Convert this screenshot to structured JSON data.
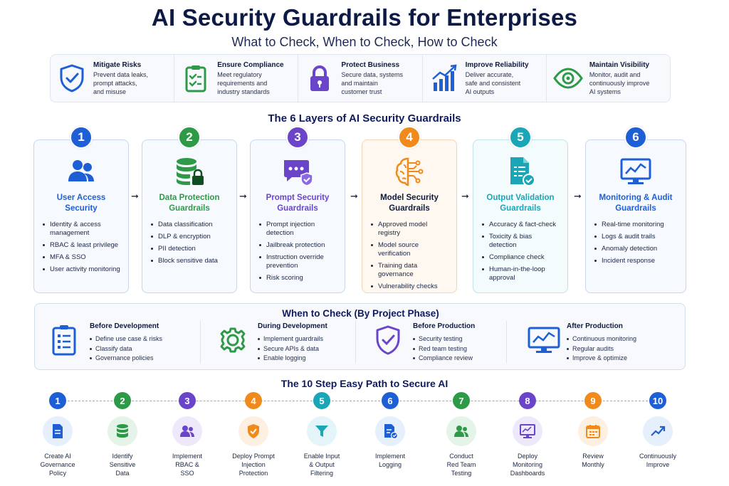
{
  "header": {
    "title": "AI Security Guardrails for Enterprises",
    "subtitle": "What to Check, When to Check, How to Check"
  },
  "benefits": [
    {
      "icon": "shield-check-icon",
      "title": "Mitigate Risks",
      "text": [
        "Prevent data leaks,",
        "prompt attacks,",
        "and misuse"
      ]
    },
    {
      "icon": "clipboard-check-icon",
      "title": "Ensure Compliance",
      "text": [
        "Meet regulatory",
        "requirements and",
        "industry standards"
      ]
    },
    {
      "icon": "padlock-icon",
      "title": "Protect Business",
      "text": [
        "Secure data, systems",
        "and maintain",
        "customer trust"
      ]
    },
    {
      "icon": "growth-chart-icon",
      "title": "Improve Reliability",
      "text": [
        "Deliver accurate,",
        "safe and consistent",
        "AI outputs"
      ]
    },
    {
      "icon": "eye-icon",
      "title": "Maintain Visibility",
      "text": [
        "Monitor, audit and",
        "continuously improve",
        "AI systems"
      ]
    }
  ],
  "layers_title": "The 6 Layers of AI Security Guardrails",
  "layers": [
    {
      "num": "1",
      "color": "#1f5fd6",
      "icon": "users-icon",
      "title": [
        "User Access",
        "Security"
      ],
      "items": [
        [
          "Identity & access",
          "management"
        ],
        [
          "RBAC & least privilege"
        ],
        [
          "MFA & SSO"
        ],
        [
          "User activity monitoring"
        ]
      ]
    },
    {
      "num": "2",
      "color": "#2e9a47",
      "icon": "database-lock-icon",
      "title": [
        "Data Protection",
        "Guardrails"
      ],
      "items": [
        [
          "Data classification"
        ],
        [
          "DLP & encryption"
        ],
        [
          "PII detection"
        ],
        [
          "Block sensitive data"
        ]
      ]
    },
    {
      "num": "3",
      "color": "#6a45c9",
      "icon": "chat-shield-icon",
      "title": [
        "Prompt Security",
        "Guardrails"
      ],
      "items": [
        [
          "Prompt injection",
          "detection"
        ],
        [
          "Jailbreak protection"
        ],
        [
          "Instruction override",
          "prevention"
        ],
        [
          "Risk scoring"
        ]
      ]
    },
    {
      "num": "4",
      "color": "#f08a1c",
      "icon": "brain-circuit-icon",
      "title": [
        "Model Security",
        "Guardrails"
      ],
      "items": [
        [
          "Approved model",
          "registry"
        ],
        [
          "Model source",
          "verification"
        ],
        [
          "Training data",
          "governance"
        ],
        [
          "Vulnerability checks"
        ]
      ]
    },
    {
      "num": "5",
      "color": "#1aa6b7",
      "icon": "document-check-icon",
      "title": [
        "Output Validation",
        "Guardrails"
      ],
      "items": [
        [
          "Accuracy & fact-check"
        ],
        [
          "Toxicity & bias",
          "detection"
        ],
        [
          "Compliance check"
        ],
        [
          "Human-in-the-loop",
          "approval"
        ]
      ]
    },
    {
      "num": "6",
      "color": "#1f5fd6",
      "icon": "monitor-chart-icon",
      "title": [
        "Monitoring & Audit",
        "Guardrails"
      ],
      "items": [
        [
          "Real-time monitoring"
        ],
        [
          "Logs & audit trails"
        ],
        [
          "Anomaly detection"
        ],
        [
          "Incident response"
        ]
      ]
    }
  ],
  "phases_title": "When to Check (By Project Phase)",
  "phases": [
    {
      "icon": "checklist-icon",
      "title": "Before Development",
      "items": [
        "Define use case & risks",
        "Classify data",
        "Governance policies"
      ]
    },
    {
      "icon": "gear-icon",
      "title": "During Development",
      "items": [
        "Implement guardrails",
        "Secure APIs & data",
        "Enable logging"
      ]
    },
    {
      "icon": "shield-check-icon",
      "title": "Before Production",
      "items": [
        "Security testing",
        "Red team testing",
        "Compliance review"
      ]
    },
    {
      "icon": "monitor-chart-icon",
      "title": "After Production",
      "items": [
        "Continuous monitoring",
        "Regular audits",
        "Improve & optimize"
      ]
    }
  ],
  "steps_title": "The 10 Step Easy Path to Secure AI",
  "steps": [
    {
      "num": "1",
      "color": "#1f5fd6",
      "bg": "#e6effc",
      "icon": "document-icon",
      "label": [
        "Create AI",
        "Governance",
        "Policy"
      ]
    },
    {
      "num": "2",
      "color": "#2e9a47",
      "bg": "#e5f4e9",
      "icon": "database-icon",
      "label": [
        "Identify",
        "Sensitive",
        "Data"
      ]
    },
    {
      "num": "3",
      "color": "#6a45c9",
      "bg": "#eee9fa",
      "icon": "users-icon",
      "label": [
        "Implement",
        "RBAC &",
        "SSO"
      ]
    },
    {
      "num": "4",
      "color": "#f08a1c",
      "bg": "#fdf0e1",
      "icon": "shield-check-icon",
      "label": [
        "Deploy Prompt",
        "Injection",
        "Protection"
      ]
    },
    {
      "num": "5",
      "color": "#1aa6b7",
      "bg": "#e3f5f8",
      "icon": "filter-icon",
      "label": [
        "Enable Input",
        "& Output",
        "Filtering"
      ]
    },
    {
      "num": "6",
      "color": "#1f5fd6",
      "bg": "#e6effc",
      "icon": "document-check-icon",
      "label": [
        "Implement",
        "Logging"
      ]
    },
    {
      "num": "7",
      "color": "#2e9a47",
      "bg": "#e5f4e9",
      "icon": "users-icon",
      "label": [
        "Conduct",
        "Red Team",
        "Testing"
      ]
    },
    {
      "num": "8",
      "color": "#6a45c9",
      "bg": "#eee9fa",
      "icon": "monitor-chart-icon",
      "label": [
        "Deploy",
        "Monitoring",
        "Dashboards"
      ]
    },
    {
      "num": "9",
      "color": "#f08a1c",
      "bg": "#fdf0e1",
      "icon": "calendar-icon",
      "label": [
        "Review",
        "Monthly"
      ]
    },
    {
      "num": "10",
      "color": "#1f5fd6",
      "bg": "#e6effc",
      "icon": "trend-up-icon",
      "label": [
        "Continuously",
        "Improve"
      ]
    }
  ]
}
